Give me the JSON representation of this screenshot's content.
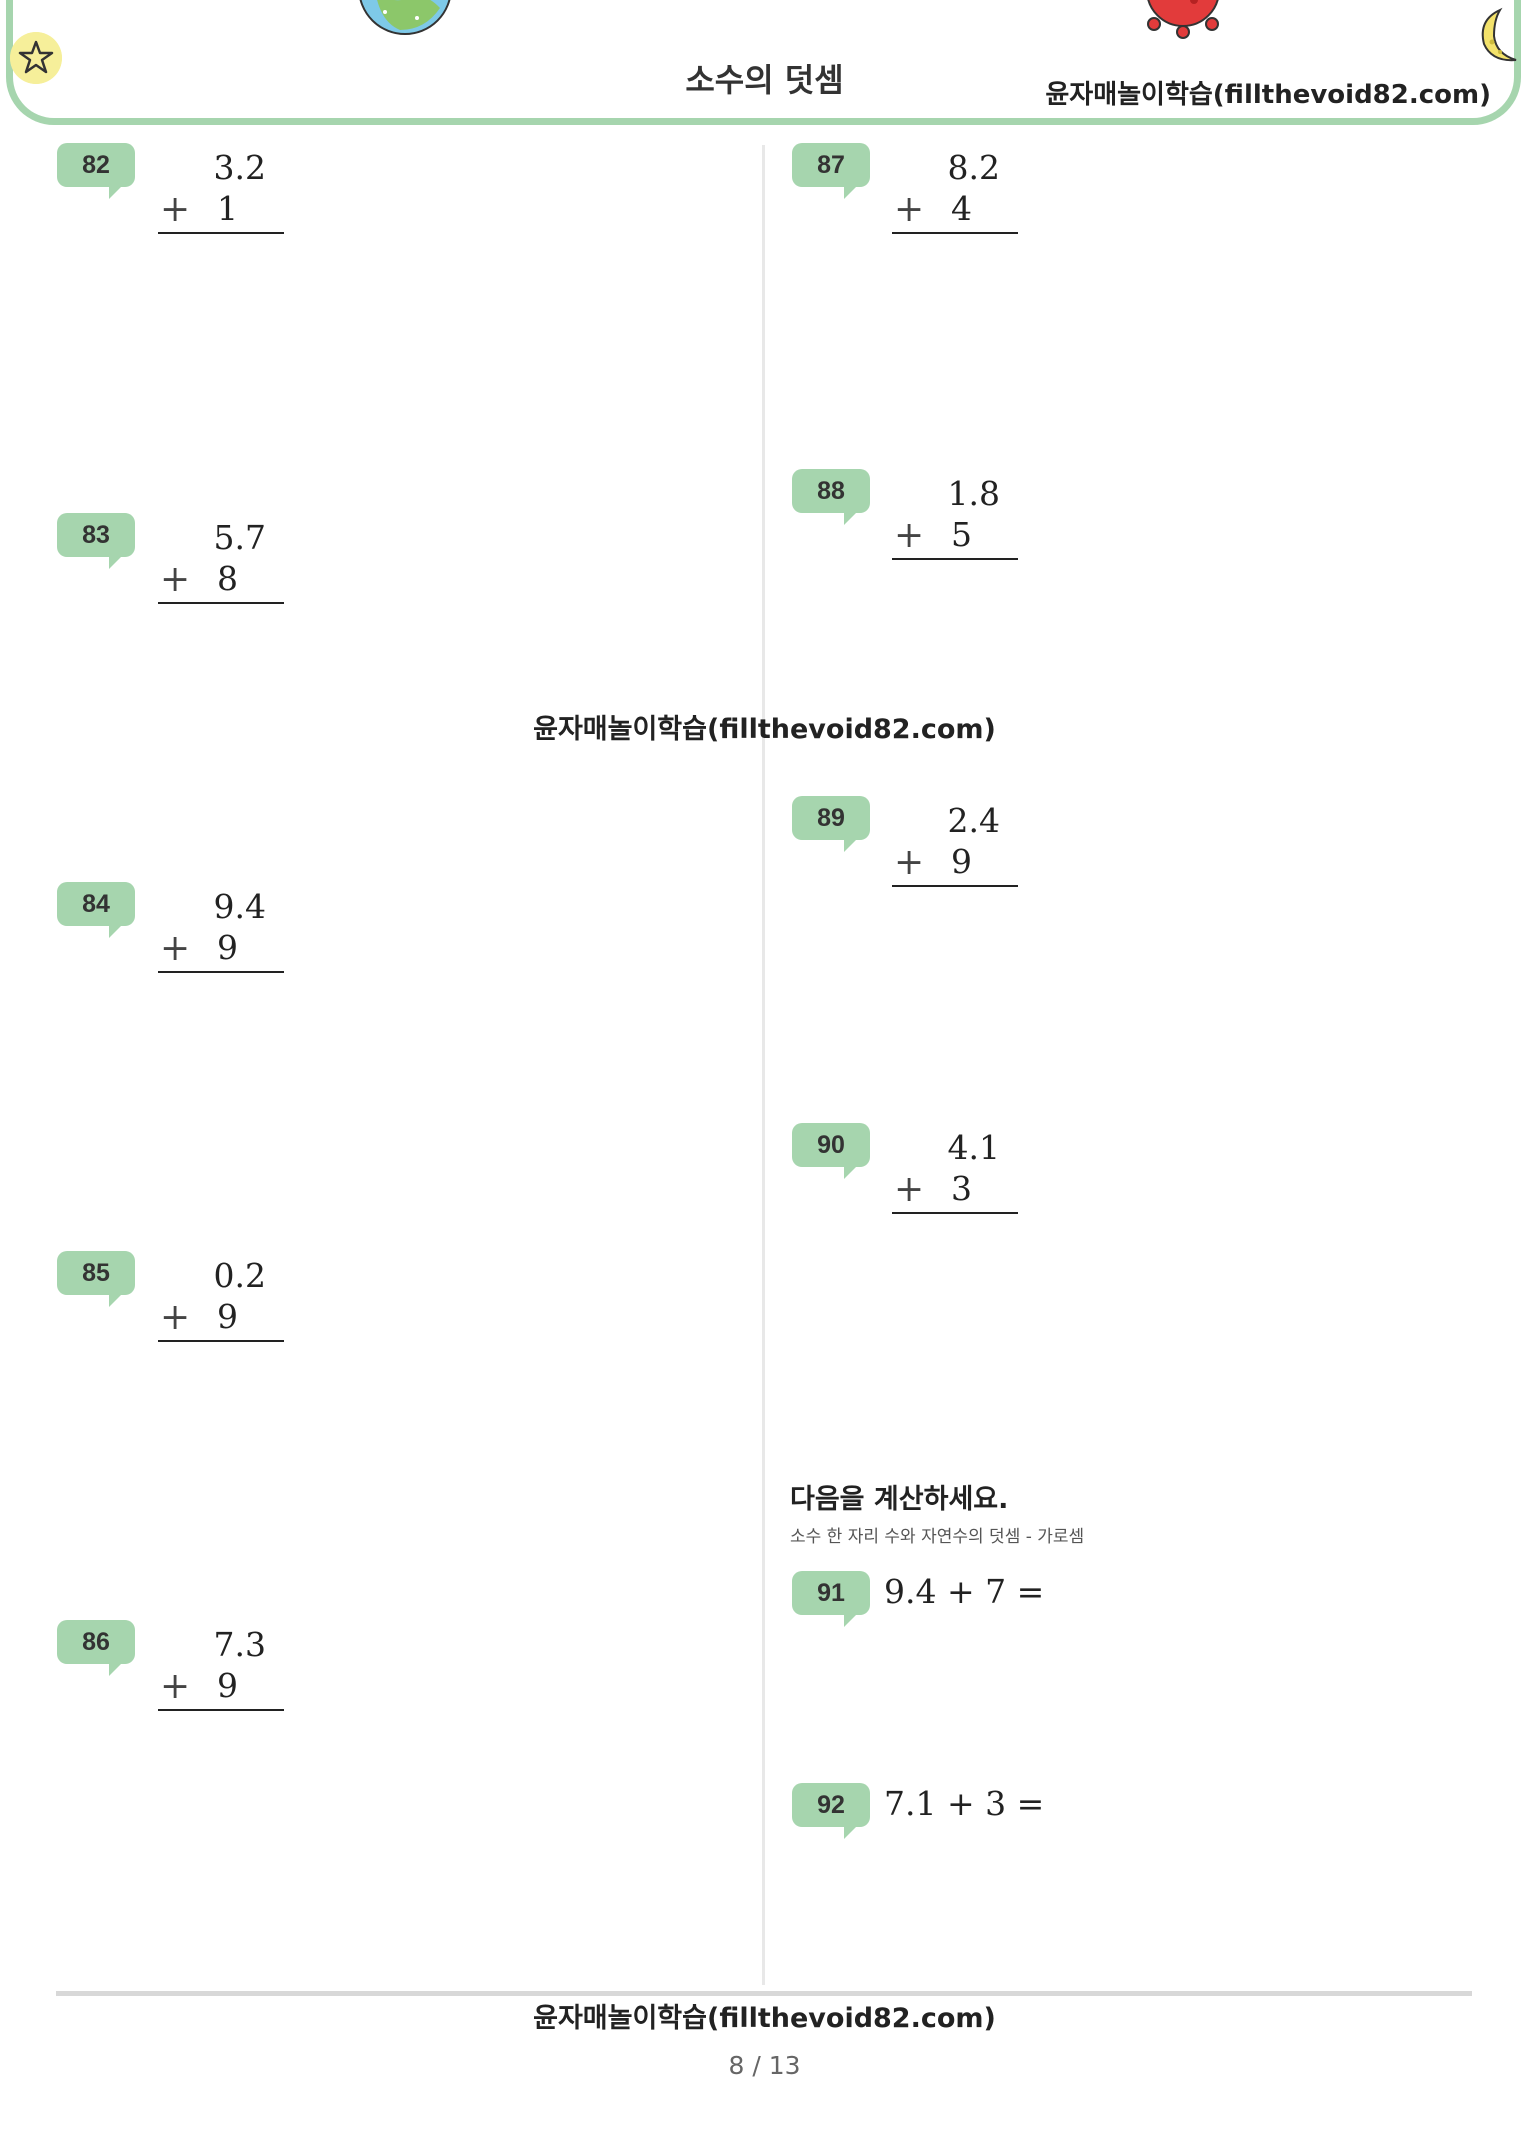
{
  "header": {
    "title": "소수의 덧셈",
    "site": "윤자매놀이학습(fillthevoid82.com)"
  },
  "watermark": "윤자매놀이학습(fillthevoid82.com)",
  "left_column": [
    {
      "num": "82",
      "top": "3.2",
      "op": "+",
      "bottom": "1"
    },
    {
      "num": "83",
      "top": "5.7",
      "op": "+",
      "bottom": "8"
    },
    {
      "num": "84",
      "top": "9.4",
      "op": "+",
      "bottom": "9"
    },
    {
      "num": "85",
      "top": "0.2",
      "op": "+",
      "bottom": "9"
    },
    {
      "num": "86",
      "top": "7.3",
      "op": "+",
      "bottom": "9"
    }
  ],
  "right_column": [
    {
      "num": "87",
      "top": "8.2",
      "op": "+",
      "bottom": "4"
    },
    {
      "num": "88",
      "top": "1.8",
      "op": "+",
      "bottom": "5"
    },
    {
      "num": "89",
      "top": "2.4",
      "op": "+",
      "bottom": "9"
    },
    {
      "num": "90",
      "top": "4.1",
      "op": "+",
      "bottom": "3"
    }
  ],
  "instructions": {
    "title": "다음을 계산하세요.",
    "subtitle": "소수 한 자리 수와 자연수의 덧셈 - 가로셈"
  },
  "horizontal": [
    {
      "num": "91",
      "expr": "9.4 + 7 ="
    },
    {
      "num": "92",
      "expr": "7.1 + 3 ="
    }
  ],
  "footer": {
    "site": "윤자매놀이학습(fillthevoid82.com)",
    "page": "8 / 13"
  },
  "colors": {
    "accent": "#a6d5ae",
    "divider": "#e8e8e8"
  },
  "icons": [
    "star-icon",
    "earth-icon",
    "virus-icon",
    "moon-icon"
  ]
}
